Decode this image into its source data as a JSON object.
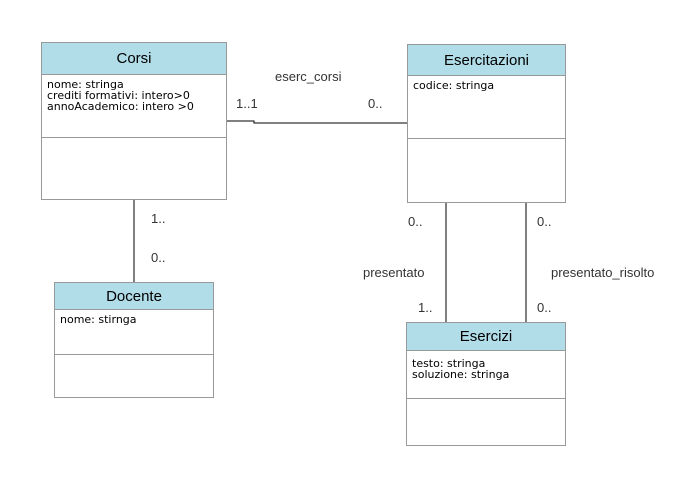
{
  "classes": {
    "corsi": {
      "name": "Corsi",
      "attributes": [
        "nome: stringa",
        "crediti formativi: intero>0",
        "annoAcademico: intero >0"
      ]
    },
    "esercitazioni": {
      "name": "Esercitazioni",
      "attributes": [
        "codice: stringa"
      ]
    },
    "docente": {
      "name": "Docente",
      "attributes": [
        "nome: stirnga"
      ]
    },
    "esercizi": {
      "name": "Esercizi",
      "attributes": [
        "testo: stringa",
        "soluzione: stringa"
      ]
    }
  },
  "associations": {
    "eserc_corsi": {
      "name": "eserc_corsi",
      "mult_corsi": "1..1",
      "mult_esercitazioni": "0.."
    },
    "corsi_docente": {
      "mult_corsi": "1..",
      "mult_docente": "0.."
    },
    "presentato": {
      "name": "presentato",
      "mult_esercitazioni": "0..",
      "mult_esercizi": "1.."
    },
    "presentato_risolto": {
      "name": "presentato_risolto",
      "mult_esercitazioni": "0..",
      "mult_esercizi": "0.."
    }
  },
  "colors": {
    "header": "#b1dde8",
    "border": "#999999",
    "line": "#000000",
    "label": "#333333"
  }
}
